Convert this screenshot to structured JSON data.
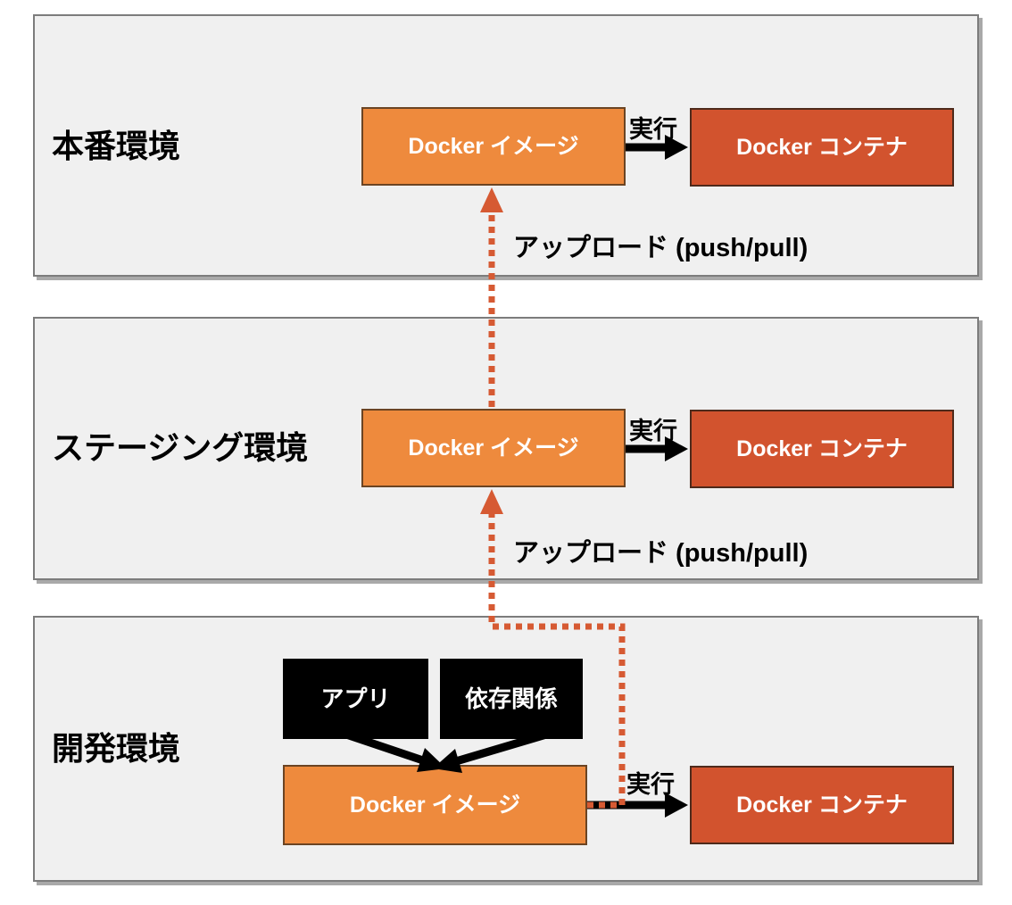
{
  "diagram_title": "Docker environments diagram",
  "environments": [
    {
      "id": "production",
      "title": "本番環境",
      "image_label": "Docker イメージ",
      "container_label": "Docker コンテナ",
      "run_label": "実行"
    },
    {
      "id": "staging",
      "title": "ステージング環境",
      "image_label": "Docker イメージ",
      "container_label": "Docker コンテナ",
      "run_label": "実行"
    },
    {
      "id": "development",
      "title": "開発環境",
      "image_label": "Docker イメージ",
      "container_label": "Docker コンテナ",
      "run_label": "実行",
      "components": [
        "アプリ",
        "依存関係"
      ]
    }
  ],
  "uploads": [
    {
      "from": "staging",
      "to": "production",
      "label": "アップロード (push/pull)"
    },
    {
      "from": "development",
      "to": "staging",
      "label": "アップロード (push/pull)"
    }
  ],
  "colors": {
    "panel_fill": "#F0F0F0",
    "panel_border": "#7C7C7C",
    "panel_shadow": "#A9A9A9",
    "image_fill": "#EE8A3D",
    "image_border": "#6B4423",
    "container_fill": "#D2532E",
    "container_border": "#4E2A1B",
    "component_fill": "#000000",
    "box_text": "#FFFFFF",
    "label_text": "#000000",
    "upload_arrow": "#D65A33",
    "run_arrow": "#000000"
  }
}
